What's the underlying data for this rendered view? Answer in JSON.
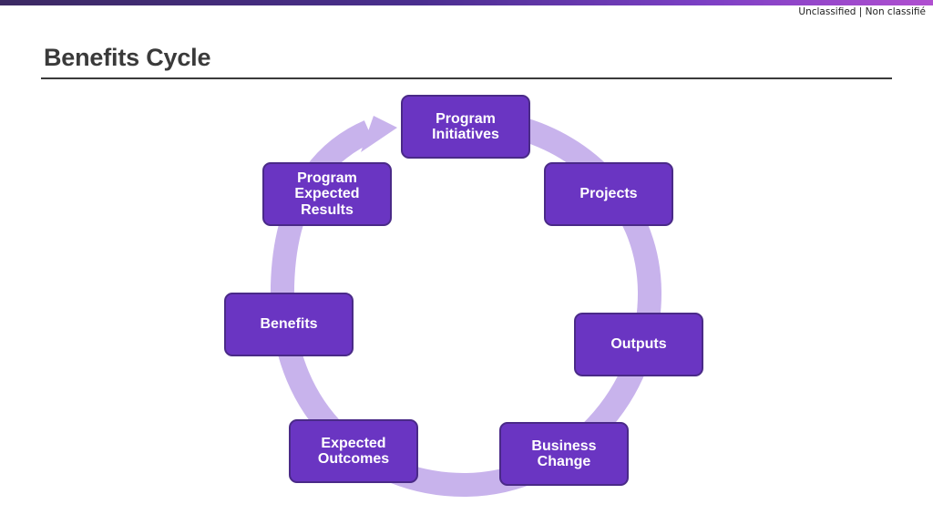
{
  "header": {
    "classification": "Unclassified | Non classifié",
    "title": "Benefits Cycle"
  },
  "colors": {
    "node_fill": "#6a35c2",
    "node_border": "#4a2a88",
    "ring": "#c8b3ec",
    "title_text": "#3a3a3a"
  },
  "cycle": {
    "nodes": [
      {
        "id": "program-initiatives",
        "label": "Program Initiatives"
      },
      {
        "id": "projects",
        "label": "Projects"
      },
      {
        "id": "outputs",
        "label": "Outputs"
      },
      {
        "id": "business-change",
        "label": "Business Change"
      },
      {
        "id": "expected-outcomes",
        "label": "Expected Outcomes"
      },
      {
        "id": "benefits",
        "label": "Benefits"
      },
      {
        "id": "program-expected-results",
        "label": "Program Expected Results"
      }
    ]
  }
}
